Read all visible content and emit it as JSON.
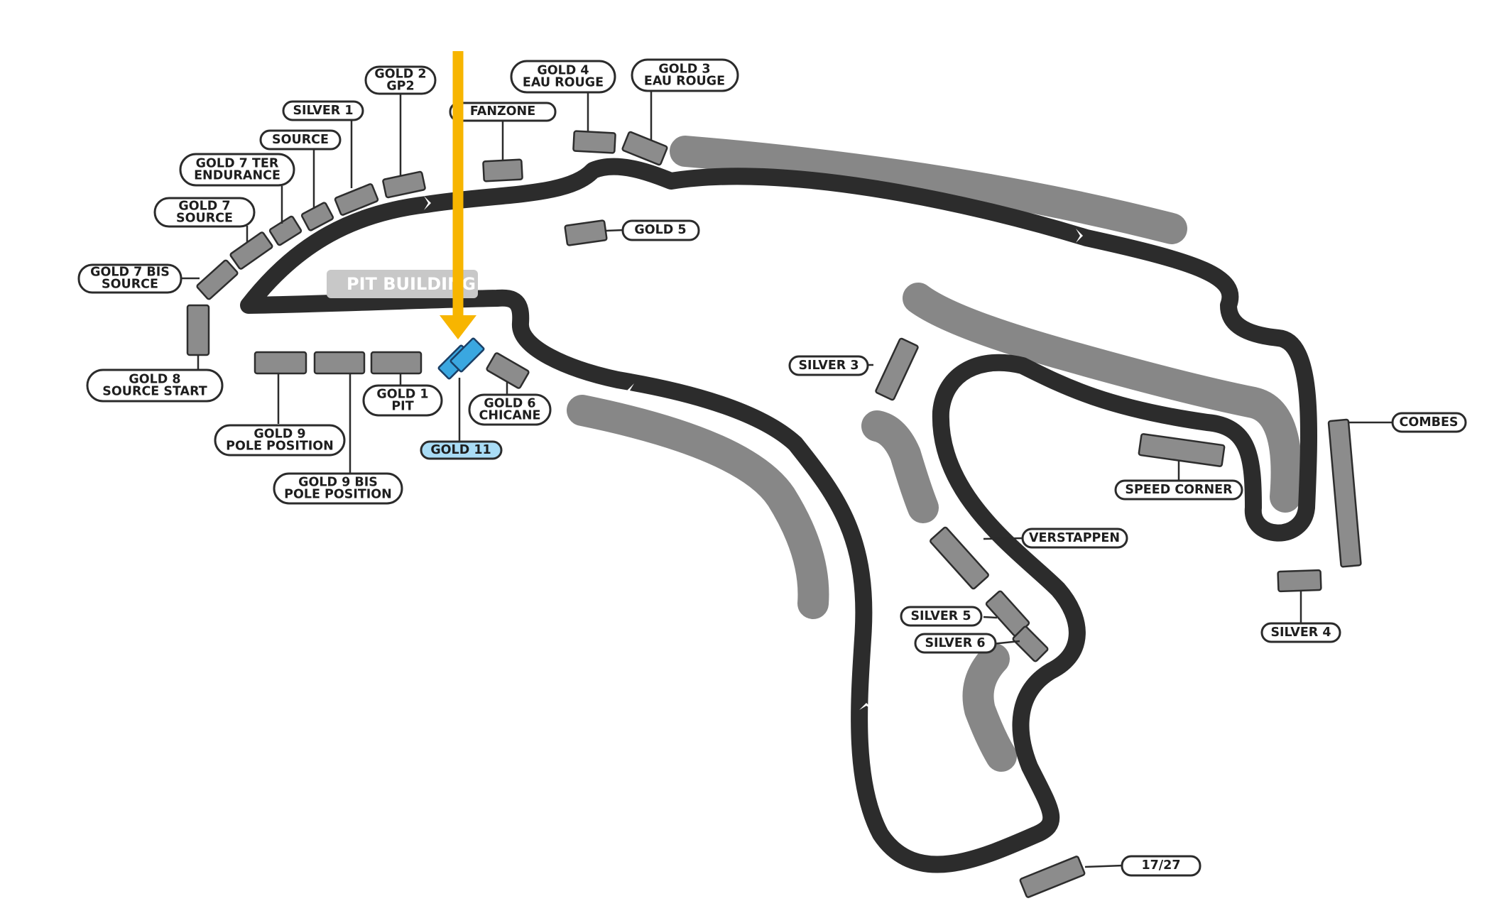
{
  "map": {
    "pit_building": "PIT BUILDING",
    "labels": {
      "gold2": [
        "GOLD 2",
        "GP2"
      ],
      "silver1": [
        "SILVER 1"
      ],
      "fanzone": [
        "FANZONE"
      ],
      "gold4": [
        "GOLD 4",
        "EAU ROUGE"
      ],
      "gold3": [
        "GOLD 3",
        "EAU ROUGE"
      ],
      "source": [
        "SOURCE"
      ],
      "gold7ter": [
        "GOLD 7 TER",
        "ENDURANCE"
      ],
      "gold7": [
        "GOLD 7",
        "SOURCE"
      ],
      "gold7bis": [
        "GOLD 7 BIS",
        "SOURCE"
      ],
      "gold5": [
        "GOLD 5"
      ],
      "gold8": [
        "GOLD 8",
        "SOURCE START"
      ],
      "gold1": [
        "GOLD 1",
        "PIT"
      ],
      "gold6": [
        "GOLD 6",
        "CHICANE"
      ],
      "gold11": [
        "GOLD 11"
      ],
      "gold9": [
        "GOLD 9",
        "POLE POSITION"
      ],
      "gold9bis": [
        "GOLD 9 BIS",
        "POLE POSITION"
      ],
      "silver3": [
        "SILVER 3"
      ],
      "combes": [
        "COMBES"
      ],
      "speedcorner": [
        "SPEED CORNER"
      ],
      "verstappen": [
        "VERSTAPPEN"
      ],
      "silver5": [
        "SILVER 5"
      ],
      "silver6": [
        "SILVER 6"
      ],
      "silver4": [
        "SILVER 4"
      ],
      "l1727": [
        "17/27"
      ]
    },
    "highlighted": "gold11",
    "colors": {
      "track": "#2c2c2c",
      "runoff": "#878787",
      "stand": "#8c8c8c",
      "highlight_stand": "#3aa7e0",
      "highlight_label": "#a9dcf5",
      "arrow": "#f7b500"
    }
  }
}
